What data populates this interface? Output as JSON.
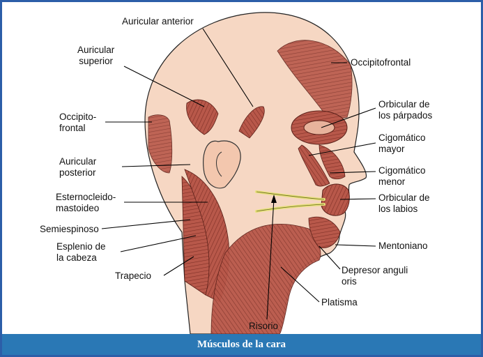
{
  "caption": "Músculos de la cara",
  "labels": {
    "auricular_anterior": "Auricular anterior",
    "auricular_superior": "Auricular\nsuperior",
    "occipitofrontal_back": "Occipito-\nfrontal",
    "auricular_posterior": "Auricular\nposterior",
    "esternocleidomastoideo": "Esternocleido-\nmastoideo",
    "semiespinoso": "Semiespinoso",
    "esplenio": "Esplenio de\nla cabeza",
    "trapecio": "Trapecio",
    "occipitofrontal_top": "Occipitofrontal",
    "orbicular_parpados": "Orbicular de\nlos párpados",
    "cigomatico_mayor": "Cigomático\nmayor",
    "cigomatico_menor": "Cigomático\nmenor",
    "orbicular_labios": "Orbicular de\nlos labios",
    "mentoniano": "Mentoniano",
    "depresor": "Depresor anguli\noris",
    "platisma": "Platisma",
    "risorio": "Risorio"
  },
  "colors": {
    "frame": "#2c5ea8",
    "caption_bg": "#2a78b5",
    "skin": "#f6d7c3",
    "muscle": "#b8584a",
    "muscle_dark": "#8e3a2f",
    "tendon": "#e6e07a"
  }
}
